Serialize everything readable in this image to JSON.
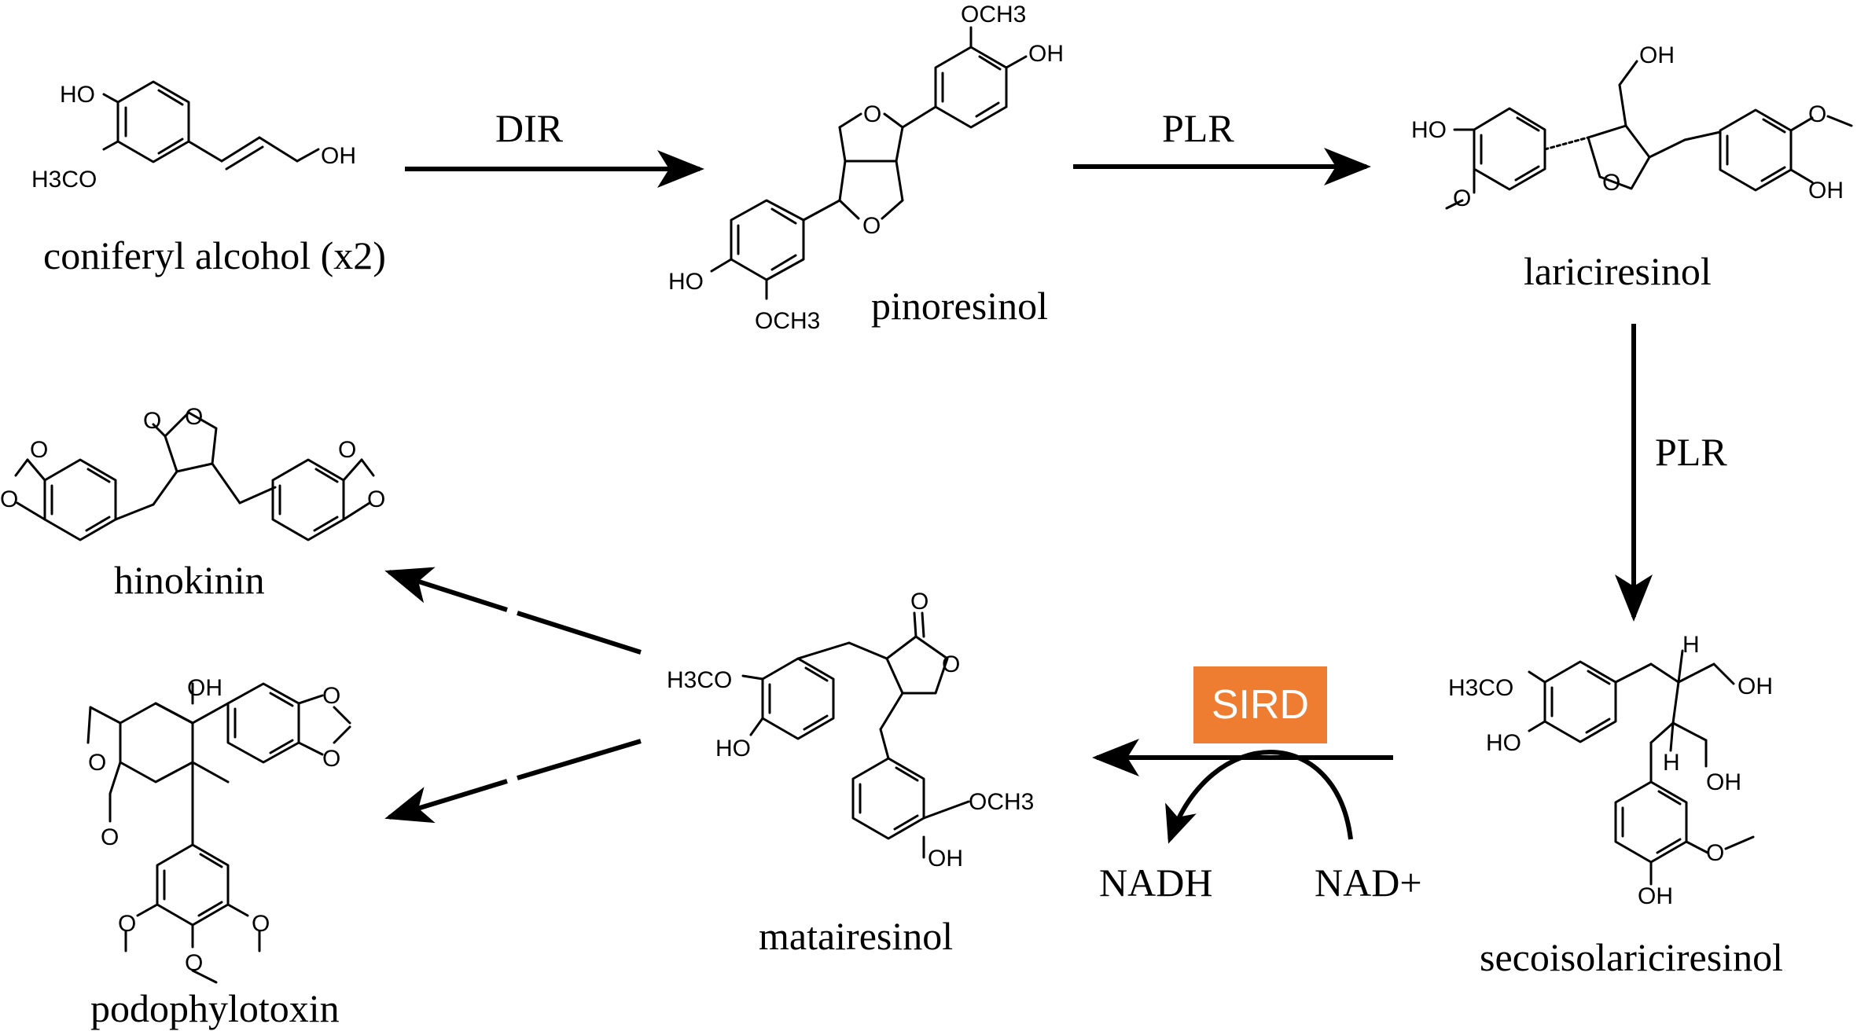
{
  "compounds": {
    "coniferyl_alcohol": {
      "label": "coniferyl alcohol (x2)",
      "atoms": {
        "ho": "HO",
        "h3co": "H3CO",
        "oh": "OH"
      }
    },
    "pinoresinol": {
      "label": "pinoresinol",
      "atoms": {
        "och3_top": "OCH3",
        "oh_top": "OH",
        "o1": "O",
        "o2": "O",
        "ho_bottom": "HO",
        "och3_bottom": "OCH3"
      }
    },
    "lariciresinol": {
      "label": "lariciresinol",
      "atoms": {
        "oh_top": "OH",
        "ho_left": "HO",
        "o_left": "O",
        "o_ring": "O",
        "o_right": "O",
        "oh_right": "OH"
      }
    },
    "secoisolariciresinol": {
      "label": "secoisolariciresinol",
      "atoms": {
        "h3co": "H3CO",
        "ho": "HO",
        "h1": "H",
        "h2": "H",
        "oh1": "OH",
        "oh2": "OH",
        "o_me": "O",
        "oh_bottom": "OH"
      }
    },
    "matairesinol": {
      "label": "matairesinol",
      "atoms": {
        "h3co": "H3CO",
        "ho": "HO",
        "o_carbonyl": "O",
        "o_ring": "O",
        "och3": "OCH3",
        "oh": "OH"
      }
    },
    "hinokinin": {
      "label": "hinokinin",
      "atoms": {
        "o_carbonyl": "O",
        "o_ring": "O",
        "o1": "O",
        "o2": "O",
        "o3": "O",
        "o4": "O"
      }
    },
    "podophyllotoxin": {
      "label": "podophylotoxin",
      "atoms": {
        "oh": "OH",
        "o_ring": "O",
        "o_carbonyl": "O",
        "o1": "O",
        "o2": "O",
        "o3": "O",
        "o4": "O",
        "o5": "O"
      }
    }
  },
  "enzymes": {
    "dir": "DIR",
    "plr1": "PLR",
    "plr2": "PLR",
    "sird": "SIRD"
  },
  "cofactors": {
    "nadh": "NADH",
    "nad_plus": "NAD+"
  },
  "colors": {
    "sird_box": "#ef7d31",
    "line": "#000000"
  }
}
